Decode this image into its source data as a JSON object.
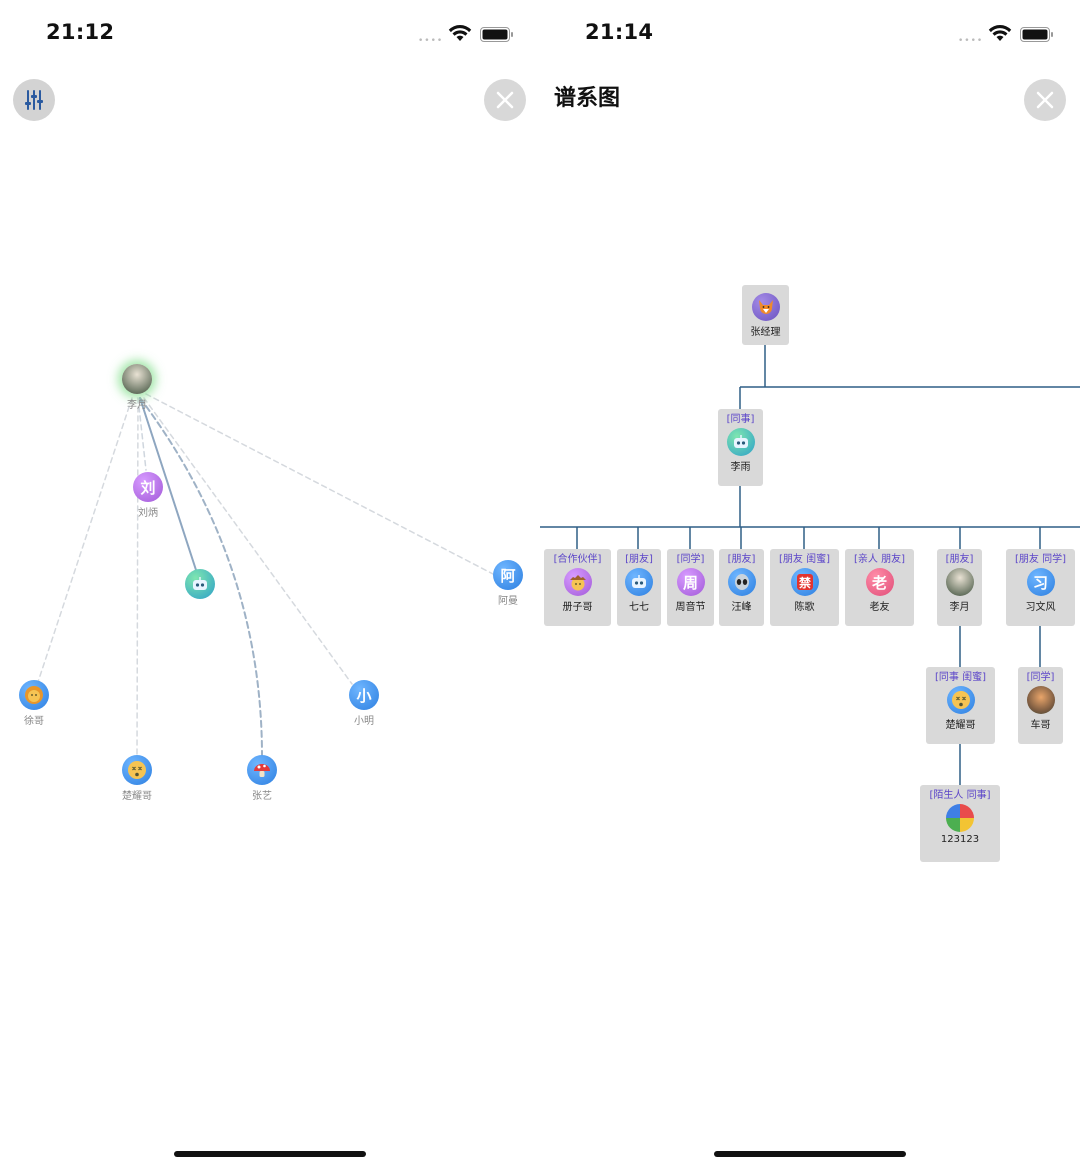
{
  "left_screen": {
    "time": "21:12",
    "center_node": {
      "label": "李月",
      "avatar_icon": "person-photo-avatar"
    },
    "nodes": [
      {
        "id": "liubing",
        "label": "刘炳",
        "avatar_text": "刘",
        "color": "purple"
      },
      {
        "id": "robot",
        "label": "",
        "avatar_icon": "robot-icon",
        "color": "teal"
      },
      {
        "id": "aman",
        "label": "阿曼",
        "avatar_text": "阿",
        "color": "blue"
      },
      {
        "id": "xuge",
        "label": "徐哥",
        "avatar_icon": "lion-emoji-icon",
        "color": "blue"
      },
      {
        "id": "xiaoming",
        "label": "小明",
        "avatar_text": "小",
        "color": "blue"
      },
      {
        "id": "chuyaoge",
        "label": "楚耀哥",
        "avatar_icon": "dizzy-face-emoji-icon",
        "color": "blue"
      },
      {
        "id": "zhangyi",
        "label": "张艺",
        "avatar_icon": "mushroom-emoji-icon",
        "color": "blue"
      }
    ]
  },
  "right_screen": {
    "time": "21:14",
    "title": "谱系图",
    "tree": {
      "root": {
        "name": "张经理",
        "avatar_icon": "fox-emoji-icon"
      },
      "level1": {
        "relation": "[同事]",
        "name": "李雨",
        "avatar_icon": "robot-icon"
      },
      "children": [
        {
          "relation": "[合作伙伴]",
          "name": "册子哥",
          "avatar_icon": "cowboy-emoji-icon",
          "color": "purple"
        },
        {
          "relation": "[朋友]",
          "name": "七七",
          "avatar_icon": "robot-icon",
          "color": "blue"
        },
        {
          "relation": "[同学]",
          "name": "周音节",
          "avatar_text": "周",
          "color": "purple"
        },
        {
          "relation": "[朋友]",
          "name": "汪峰",
          "avatar_icon": "alien-emoji-icon",
          "color": "blue"
        },
        {
          "relation": "[朋友 闺蜜]",
          "name": "陈歌",
          "avatar_icon": "prohibited-emoji-icon",
          "color": "blue"
        },
        {
          "relation": "[亲人 朋友]",
          "name": "老友",
          "avatar_text": "老",
          "color": "red"
        },
        {
          "relation": "[朋友]",
          "name": "李月",
          "avatar_icon": "person-photo-avatar",
          "color": "photo"
        },
        {
          "relation": "[朋友 同学]",
          "name": "习文风",
          "avatar_text": "习",
          "color": "blue"
        }
      ],
      "grandchildren": [
        {
          "relation": "[同事 闺蜜]",
          "name": "楚耀哥",
          "avatar_icon": "dizzy-face-emoji-icon",
          "color": "blue"
        },
        {
          "relation": "[同学]",
          "name": "车哥",
          "avatar_icon": "person-photo-avatar",
          "color": "photo2"
        }
      ],
      "great_grandchild": {
        "relation": "[陌生人 同事]",
        "name": "123123",
        "avatar_icon": "apps-photo-avatar",
        "color": "apps"
      }
    }
  }
}
